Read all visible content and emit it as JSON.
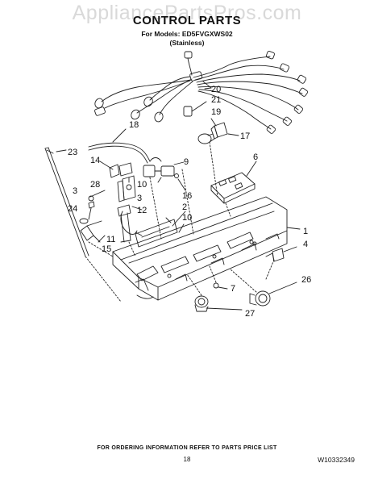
{
  "watermark": "AppliancePartsPros.com",
  "title": "CONTROL PARTS",
  "models": "For Models: ED5FVGXWS02",
  "variant": "(Stainless)",
  "callouts": {
    "c1": "1",
    "c2": "2",
    "c3a": "3",
    "c3b": "3",
    "c4": "4",
    "c6": "6",
    "c7": "7",
    "c9": "9",
    "c10a": "10",
    "c10b": "10",
    "c11": "11",
    "c12": "12",
    "c14": "14",
    "c15": "15",
    "c16": "16",
    "c17": "17",
    "c18": "18",
    "c19": "19",
    "c20": "20",
    "c21": "21",
    "c23": "23",
    "c24": "24",
    "c26": "26",
    "c27": "27",
    "c28": "28"
  },
  "footer": "FOR ORDERING INFORMATION REFER TO PARTS PRICE LIST",
  "page_number": "18",
  "doc_id": "W10332349"
}
